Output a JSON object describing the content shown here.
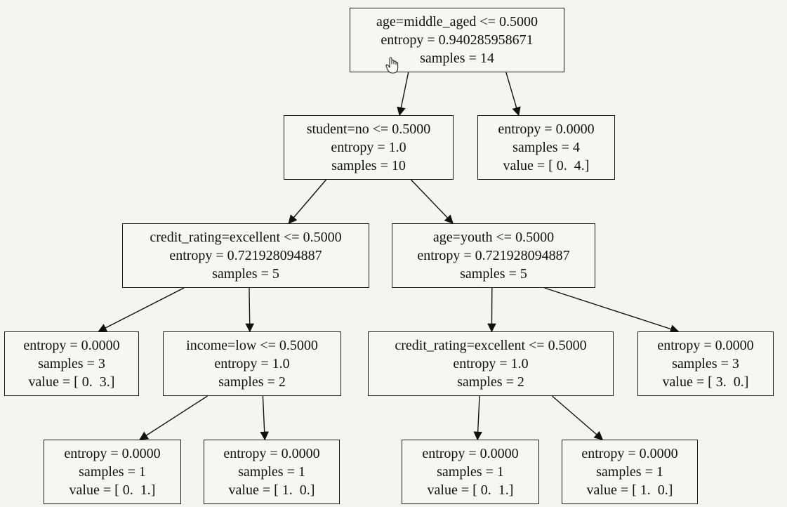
{
  "tree": {
    "nodes": [
      {
        "id": "n0",
        "lines": [
          "age=middle_aged <= 0.5000",
          "entropy = 0.940285958671",
          "samples = 14"
        ]
      },
      {
        "id": "n1",
        "lines": [
          "student=no <= 0.5000",
          "entropy = 1.0",
          "samples = 10"
        ]
      },
      {
        "id": "n2",
        "lines": [
          "entropy = 0.0000",
          "samples = 4",
          "value = [ 0.  4.]"
        ]
      },
      {
        "id": "n3",
        "lines": [
          "credit_rating=excellent <= 0.5000",
          "entropy = 0.721928094887",
          "samples = 5"
        ]
      },
      {
        "id": "n4",
        "lines": [
          "age=youth <= 0.5000",
          "entropy = 0.721928094887",
          "samples = 5"
        ]
      },
      {
        "id": "n5",
        "lines": [
          "entropy = 0.0000",
          "samples = 3",
          "value = [ 0.  3.]"
        ]
      },
      {
        "id": "n6",
        "lines": [
          "income=low <= 0.5000",
          "entropy = 1.0",
          "samples = 2"
        ]
      },
      {
        "id": "n7",
        "lines": [
          "credit_rating=excellent <= 0.5000",
          "entropy = 1.0",
          "samples = 2"
        ]
      },
      {
        "id": "n8",
        "lines": [
          "entropy = 0.0000",
          "samples = 3",
          "value = [ 3.  0.]"
        ]
      },
      {
        "id": "n9",
        "lines": [
          "entropy = 0.0000",
          "samples = 1",
          "value = [ 0.  1.]"
        ]
      },
      {
        "id": "n10",
        "lines": [
          "entropy = 0.0000",
          "samples = 1",
          "value = [ 1.  0.]"
        ]
      },
      {
        "id": "n11",
        "lines": [
          "entropy = 0.0000",
          "samples = 1",
          "value = [ 0.  1.]"
        ]
      },
      {
        "id": "n12",
        "lines": [
          "entropy = 0.0000",
          "samples = 1",
          "value = [ 1.  0.]"
        ]
      }
    ],
    "edges": [
      {
        "from": "n0",
        "to": "n1"
      },
      {
        "from": "n0",
        "to": "n2"
      },
      {
        "from": "n1",
        "to": "n3"
      },
      {
        "from": "n1",
        "to": "n4"
      },
      {
        "from": "n3",
        "to": "n5"
      },
      {
        "from": "n3",
        "to": "n6"
      },
      {
        "from": "n4",
        "to": "n7"
      },
      {
        "from": "n4",
        "to": "n8"
      },
      {
        "from": "n6",
        "to": "n9"
      },
      {
        "from": "n6",
        "to": "n10"
      },
      {
        "from": "n7",
        "to": "n11"
      },
      {
        "from": "n7",
        "to": "n12"
      }
    ]
  },
  "cursor": {
    "icon": "hand-pointer-icon"
  }
}
